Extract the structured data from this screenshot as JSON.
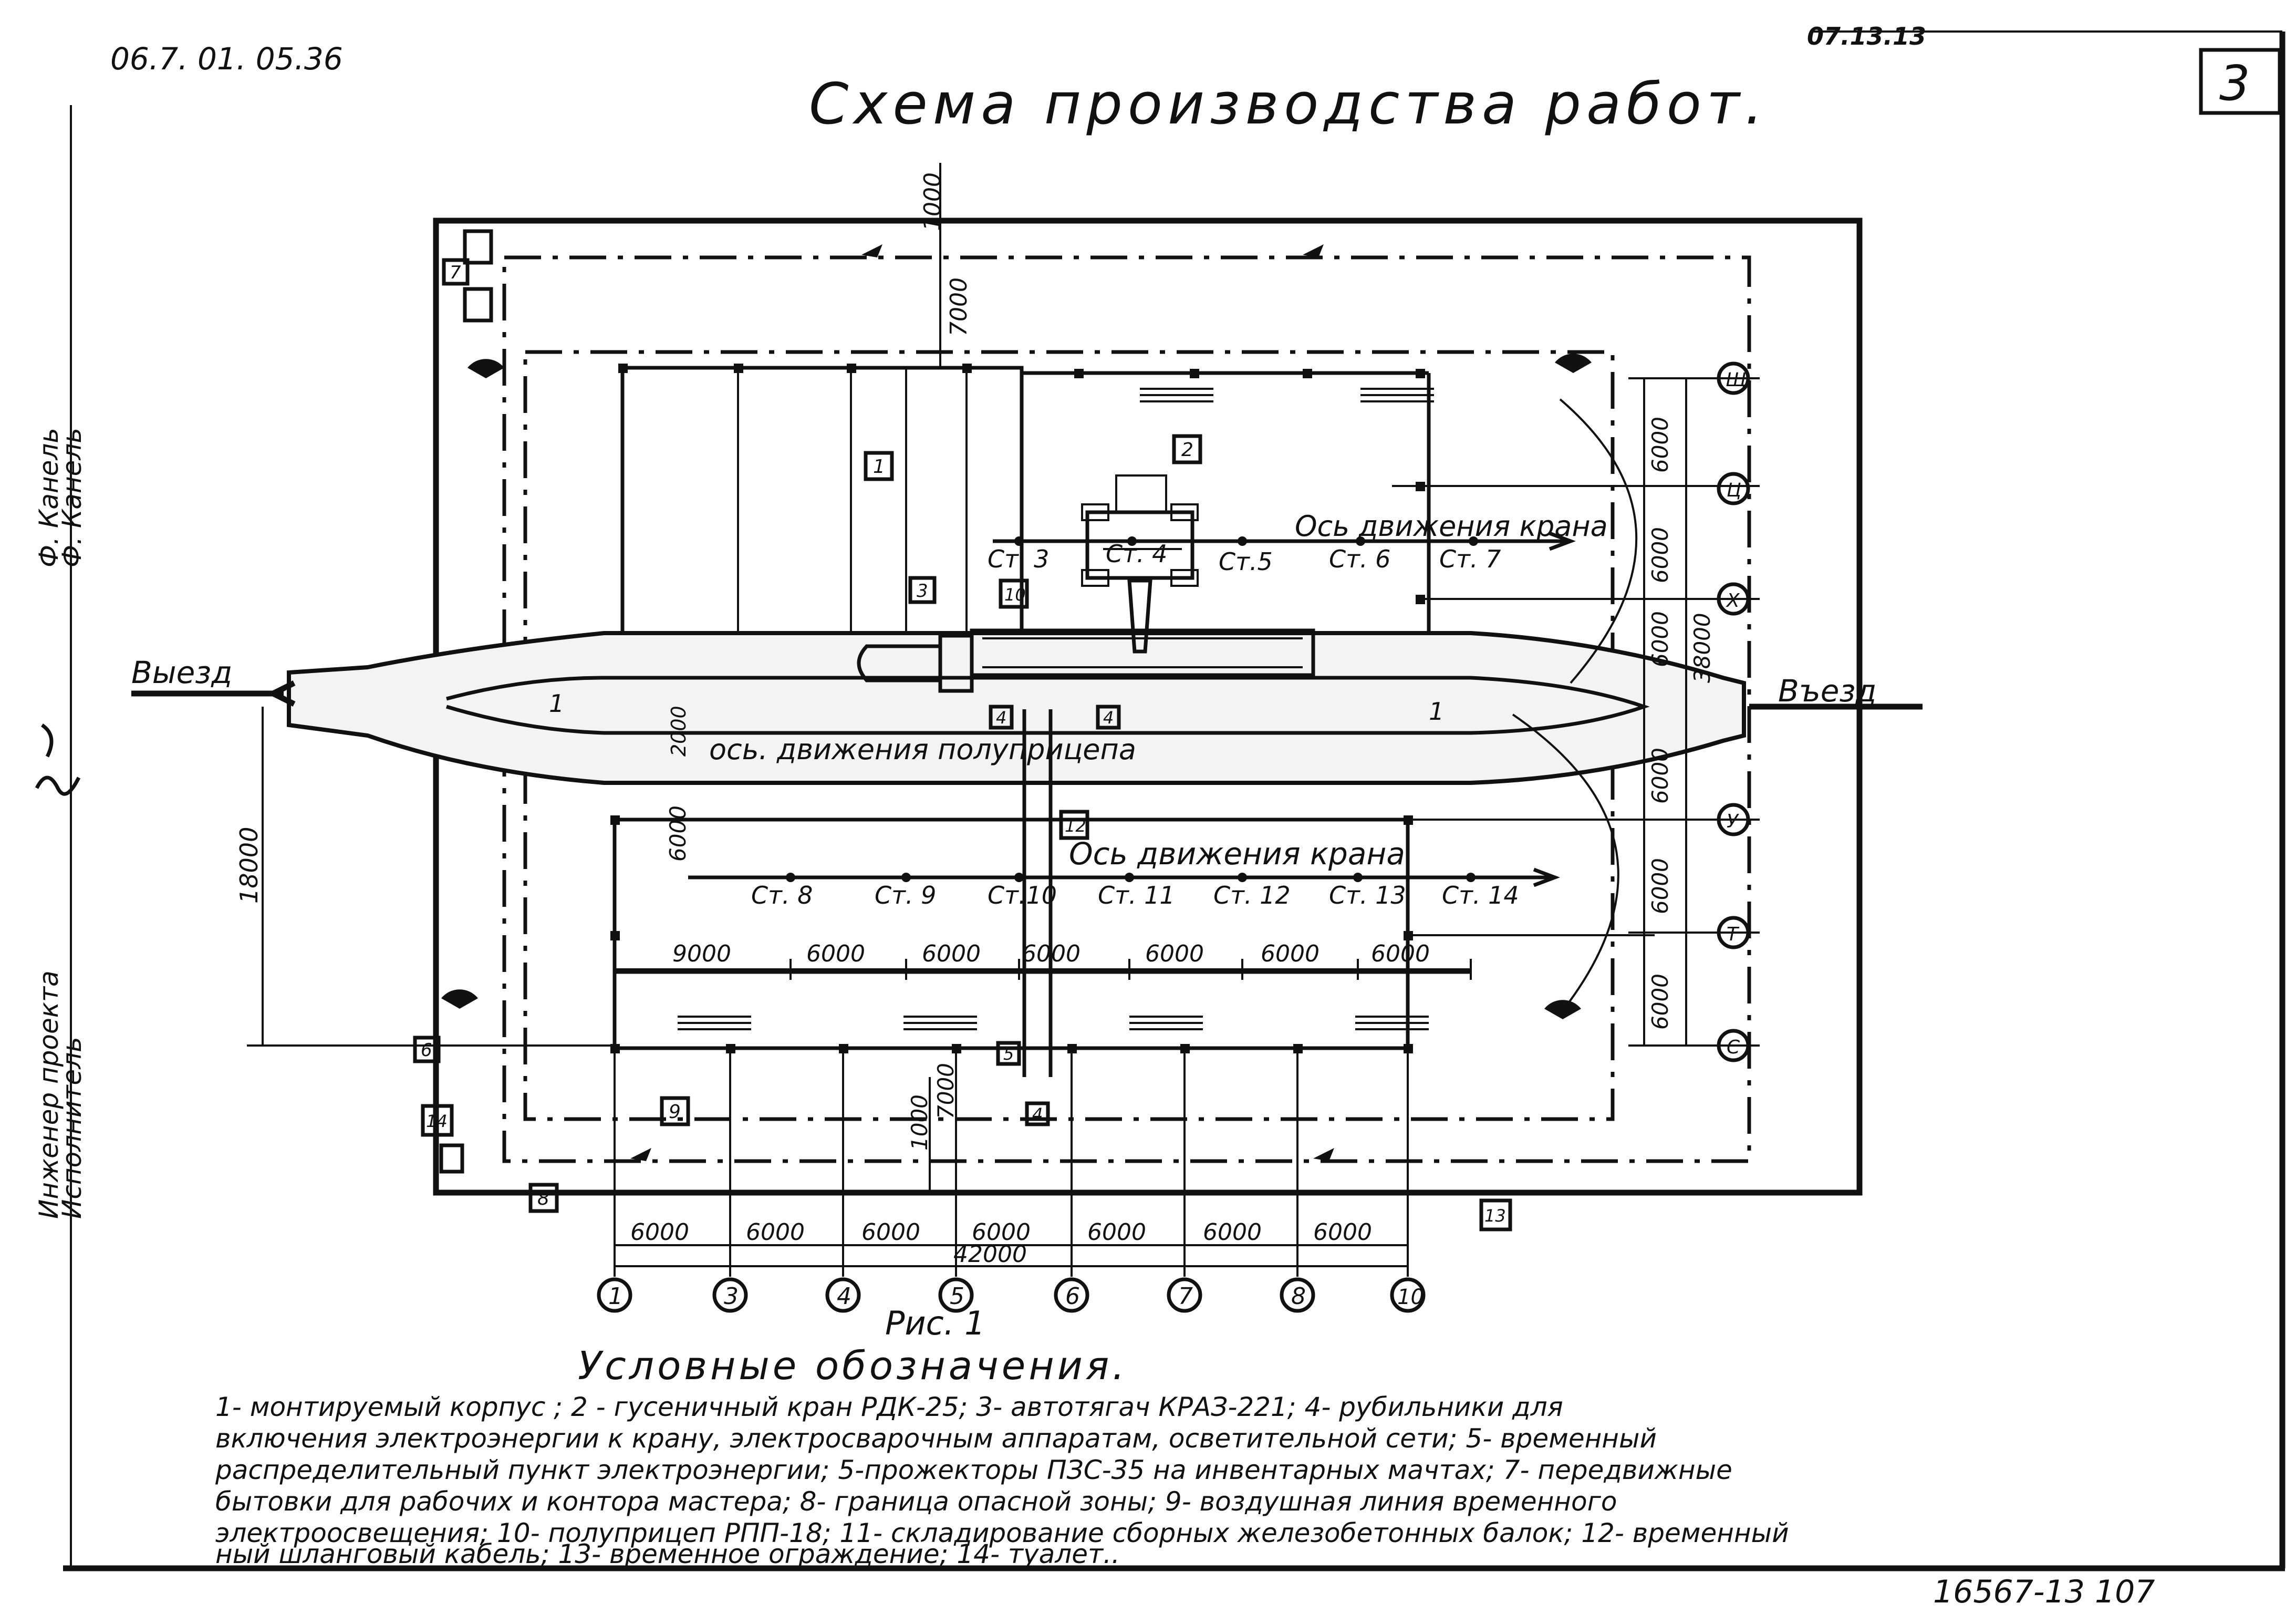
{
  "header": {
    "doc_code": "06.7. 01. 05.36",
    "top_code": "07.13.13",
    "sheet_number": "3",
    "title": "Схема производства работ."
  },
  "side_stamp": {
    "role_1": "Инженер проекта",
    "role_2": "Исполнитель",
    "name_1": "Ф. Канель",
    "name_2": "Ф. Канель"
  },
  "plan": {
    "exit_label": "Выезд",
    "entry_label": "Въезд",
    "semitrailer_axis": "ось. движения полуприцепа",
    "crane_axis_top": "Ось движения крана",
    "crane_axis_bottom": "Ось движения крана",
    "stations_top": [
      "Ст. 3",
      "Ст. 4",
      "Ст.5",
      "Ст. 6",
      "Ст. 7"
    ],
    "stations_bottom": [
      "Ст. 8",
      "Ст. 9",
      "Ст.10",
      "Ст. 11",
      "Ст. 12",
      "Ст. 13",
      "Ст. 14"
    ],
    "dims_bottom": [
      "6000",
      "6000",
      "6000",
      "6000",
      "6000",
      "6000",
      "6000"
    ],
    "dim_total": "42000",
    "dims_inner": [
      "9000",
      "6000",
      "6000",
      "6000",
      "6000",
      "6000",
      "6000"
    ],
    "dims_right": [
      "6000",
      "6000",
      "6000",
      "6000",
      "6000",
      "6000"
    ],
    "dim_right_total": "38000",
    "dim_left_total": "18000",
    "dim_1000_top": "1000",
    "dim_7000_top": "7000",
    "dim_1000_bottom": "1000",
    "dim_7000_bottom": "7000",
    "dim_6000_left": "6000",
    "dim_2000": "2000",
    "axes_bottom": [
      "1",
      "3",
      "4",
      "5",
      "6",
      "7",
      "8",
      "10"
    ],
    "axes_right": [
      "Щ",
      "Ц",
      "Х",
      "У",
      "Т",
      "С"
    ],
    "marker_labels": [
      "1",
      "2",
      "3",
      "4",
      "4",
      "4",
      "5",
      "6",
      "7",
      "8",
      "9",
      "10",
      "12",
      "13",
      "14"
    ],
    "section_mark": "1"
  },
  "figure_caption": "Рис. 1",
  "legend": {
    "heading": "Условные обозначения.",
    "lines": [
      "1- монтируемый корпус ;   2 - гусеничный кран РДК-25;  3- автотягач КРАЗ-221; 4- рубильники для",
      "включения электроэнергии к крану, электросварочным аппаратам, осветительной сети;  5- временный",
      "распределительный пункт электроэнергии;  5-прожекторы ПЗС-35 на инвентарных мачтах; 7- передвижные",
      "бытовки для рабочих и контора мастера;   8- граница опасной  зоны;  9- воздушная линия временного",
      "электроосвещения;  10- полуприцеп РПП-18; 11- складирование сборных железобетонных балок; 12- временный",
      "ный  шланговый  кабель;  13- временное ограждение;  14- туалет.."
    ]
  },
  "footer_code": "16567-13  107"
}
